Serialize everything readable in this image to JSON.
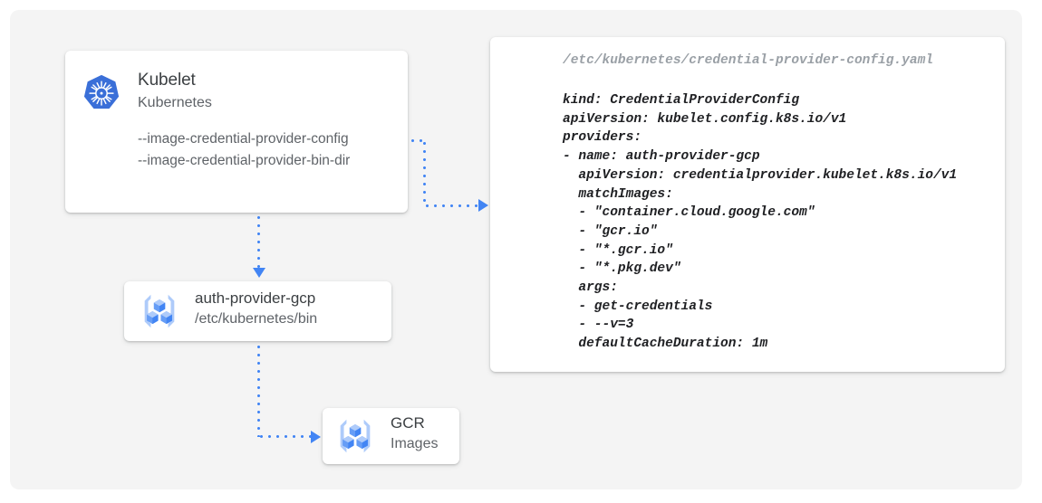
{
  "diagram": {
    "background_color": "#f4f4f4",
    "accent_color": "#4285f4"
  },
  "kubelet_card": {
    "icon": "kubernetes-logo-icon",
    "title": "Kubelet",
    "subtitle": "Kubernetes",
    "flag_config": "--image-credential-provider-config",
    "flag_bin_dir": "--image-credential-provider-bin-dir"
  },
  "auth_provider_card": {
    "icon": "container-registry-icon",
    "title": "auth-provider-gcp",
    "subtitle": "/etc/kubernetes/bin"
  },
  "gcr_card": {
    "icon": "container-registry-icon",
    "title": "GCR",
    "subtitle": "Images"
  },
  "code_panel": {
    "path": "/etc/kubernetes/credential-provider-config.yaml",
    "yaml": "kind: CredentialProviderConfig\napiVersion: kubelet.config.k8s.io/v1\nproviders:\n- name: auth-provider-gcp\n  apiVersion: credentialprovider.kubelet.k8s.io/v1\n  matchImages:\n  - \"container.cloud.google.com\"\n  - \"gcr.io\"\n  - \"*.gcr.io\"\n  - \"*.pkg.dev\"\n  args:\n  - get-credentials\n  - --v=3\n  defaultCacheDuration: 1m"
  },
  "connectors": [
    {
      "name": "kubelet-to-code-config",
      "from": "kubelet_card",
      "to": "code_panel",
      "style": "dotted"
    },
    {
      "name": "kubelet-to-auth-provider",
      "from": "kubelet_card",
      "to": "auth_provider_card",
      "style": "dotted"
    },
    {
      "name": "auth-provider-to-gcr",
      "from": "auth_provider_card",
      "to": "gcr_card",
      "style": "dotted"
    }
  ]
}
